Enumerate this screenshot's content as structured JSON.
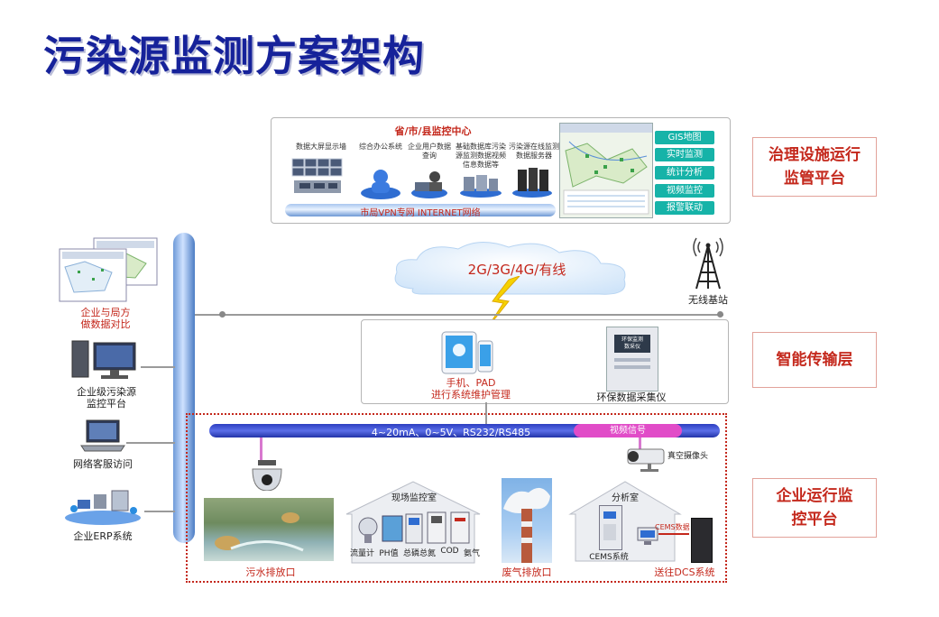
{
  "title": "污染源监测方案架构",
  "layers": {
    "top": "治理设施运行监管平台",
    "middle": "智能传输层",
    "bottom": "企业运行监控平台"
  },
  "center": {
    "heading": "省/市/县监控中心",
    "items": [
      "数据大屏显示墙",
      "综合办公系统",
      "企业用户数据查询",
      "基础数据库污染源监测数据视频信息数据等",
      "污染源在线监测数据服务器"
    ],
    "network_bar": "市局VPN专网  INTERNET网络",
    "gis_buttons": [
      "GIS地图",
      "实时监测",
      "统计分析",
      "视频监控",
      "报警联动"
    ]
  },
  "transport": {
    "cloud": "2G/3G/4G/有线",
    "base_station": "无线基站",
    "mobile": "手机、PAD\n进行系统维护管理",
    "collector": "环保数据采集仪",
    "collector_screen": "环保监测\n数采仪"
  },
  "left": {
    "compare": "企业与局方\n做数据对比",
    "platform": "企业级污染源\n监控平台",
    "service": "网络客服访问",
    "erp": "企业ERP系统"
  },
  "field": {
    "bus": "4~20mA、0~5V、RS232/RS485",
    "video_signal": "视频信号",
    "camera": "真空摄像头",
    "sewage": "污水排放口",
    "room": "现场监控室",
    "instruments": [
      "流量计",
      "PH值",
      "总磷总氮",
      "COD",
      "氨气"
    ],
    "waste_gas": "废气排放口",
    "analysis_room": "分析室",
    "cems_system": "CEMS系统",
    "cems_data": "CEMS数据",
    "dcs": "送往DCS系统"
  },
  "colors": {
    "title": "#16229a",
    "layer_text": "#c4281c",
    "bus": "#2c3ec0",
    "video": "#e14cc8",
    "gis": "#16b3a8"
  }
}
